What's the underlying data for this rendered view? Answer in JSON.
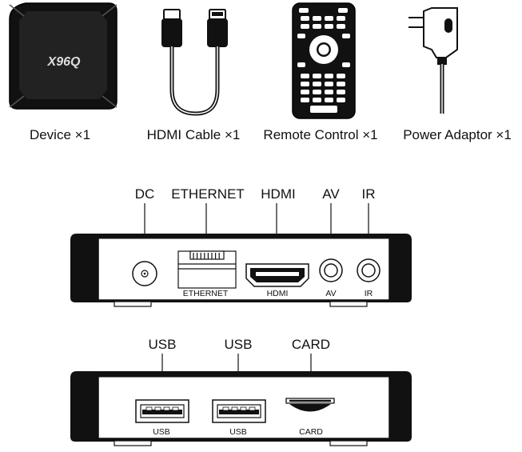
{
  "items": [
    {
      "label": "Device ×1",
      "icon": "tv-box-icon",
      "logo": "X96Q"
    },
    {
      "label": "HDMI Cable ×1",
      "icon": "hdmi-cable-icon"
    },
    {
      "label": "Remote Control ×1",
      "icon": "remote-control-icon"
    },
    {
      "label": "Power Adaptor ×1",
      "icon": "power-adaptor-icon"
    }
  ],
  "back_panel": {
    "callouts": [
      "DC",
      "ETHERNET",
      "HDMI",
      "AV",
      "IR"
    ],
    "port_labels": [
      "ETHERNET",
      "HDMI",
      "AV",
      "IR"
    ]
  },
  "side_panel": {
    "callouts": [
      "USB",
      "USB",
      "CARD"
    ],
    "port_labels": [
      "USB",
      "USB",
      "CARD"
    ]
  }
}
